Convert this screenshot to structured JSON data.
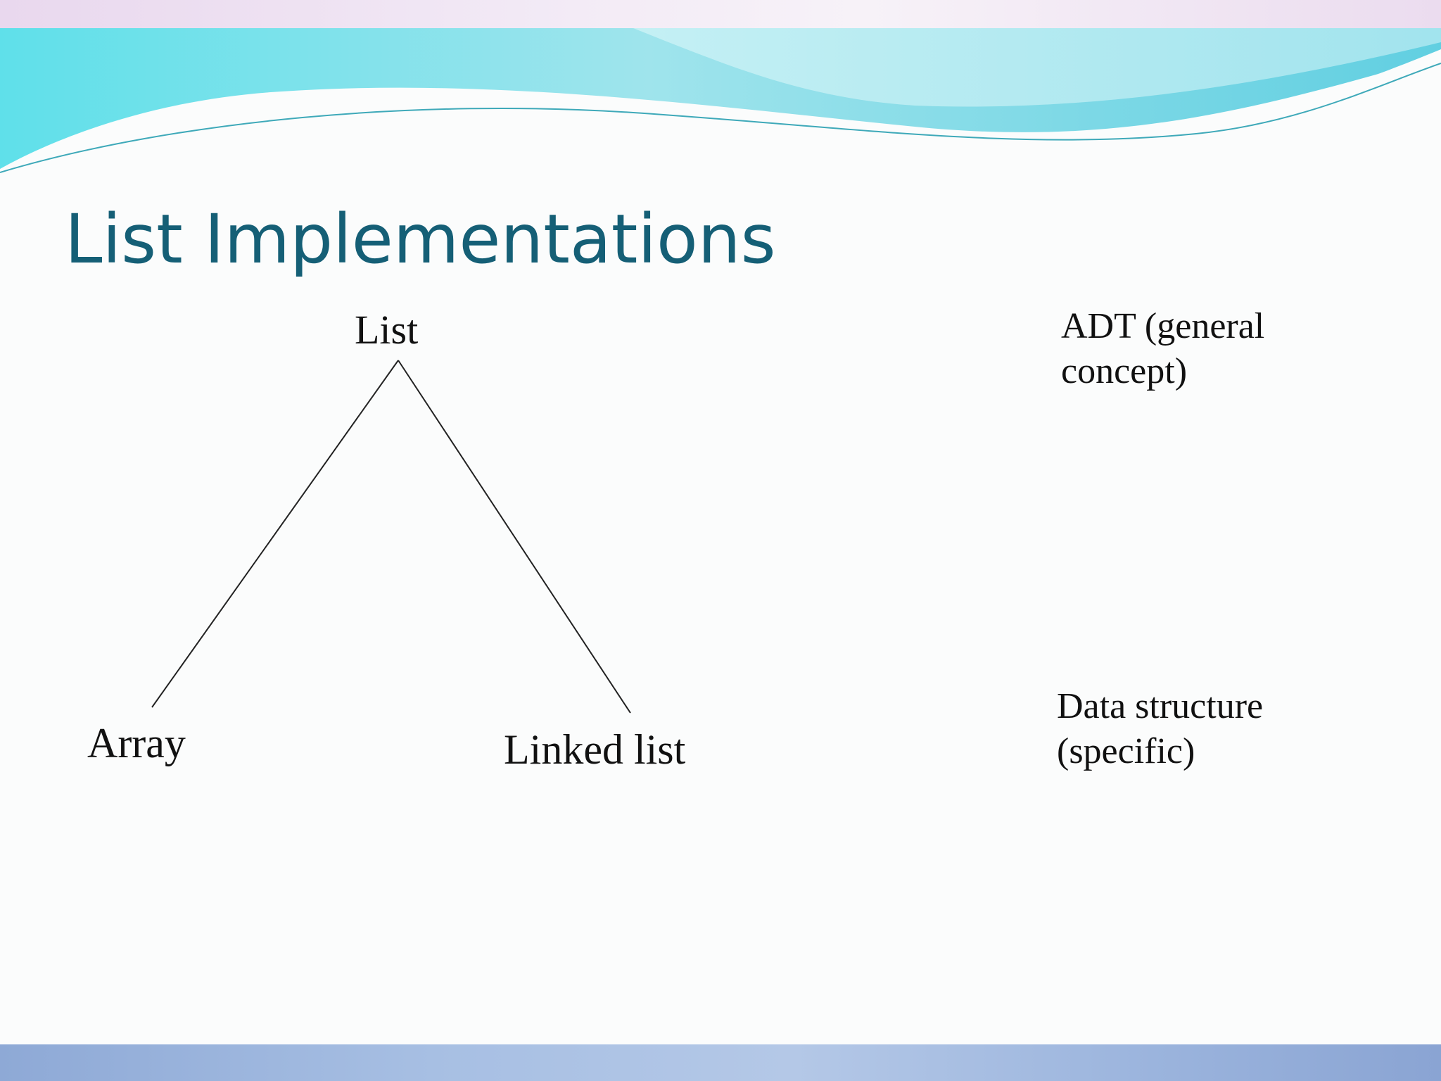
{
  "slide": {
    "title": "List Implementations"
  },
  "diagram": {
    "root": {
      "label": "List"
    },
    "children": [
      {
        "label": "Array"
      },
      {
        "label": "Linked list"
      }
    ]
  },
  "notes": {
    "adt_line1": "ADT (general",
    "adt_line2": "concept)",
    "ds_line1": "Data structure",
    "ds_line2": "(specific)"
  },
  "colors": {
    "title": "#155f76",
    "wave_teal": "#67dbe6",
    "wave_light": "#b7edf2",
    "bottom_bar": "#a7bfe3"
  }
}
